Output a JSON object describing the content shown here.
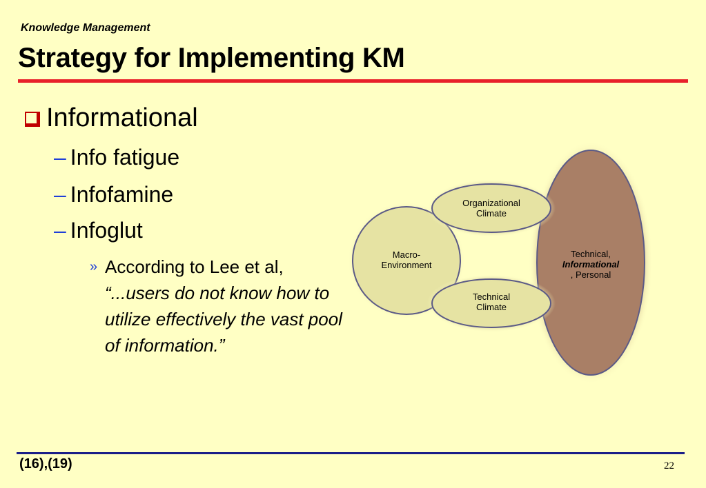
{
  "header": {
    "section_label": "Knowledge Management",
    "title": "Strategy for Implementing KM"
  },
  "content": {
    "level1": "Informational",
    "level2": [
      "Info fatigue",
      "Infofamine",
      "Infoglut"
    ],
    "level3_intro": "According to Lee et al,",
    "level3_quote": "“...users do not know how to utilize effectively the vast pool of information.”"
  },
  "diagram": {
    "macro": "Macro-Environment",
    "macro_line1": "Macro-",
    "macro_line2": "Environment",
    "org_line1": "Organizational",
    "org_line2": "Climate",
    "tech_line1": "Technical",
    "tech_line2": "Climate",
    "big_line1": "Technical,",
    "big_line2": "Informational",
    "big_line3": ", Personal",
    "colors": {
      "background": "#ffffc4",
      "small_fill": "#e6e3a3",
      "big_fill": "#a97f66",
      "big_glow": "#c9ad80",
      "stroke": "#5b5a86"
    }
  },
  "footer": {
    "refs": "(16),(19)",
    "page": "22"
  }
}
